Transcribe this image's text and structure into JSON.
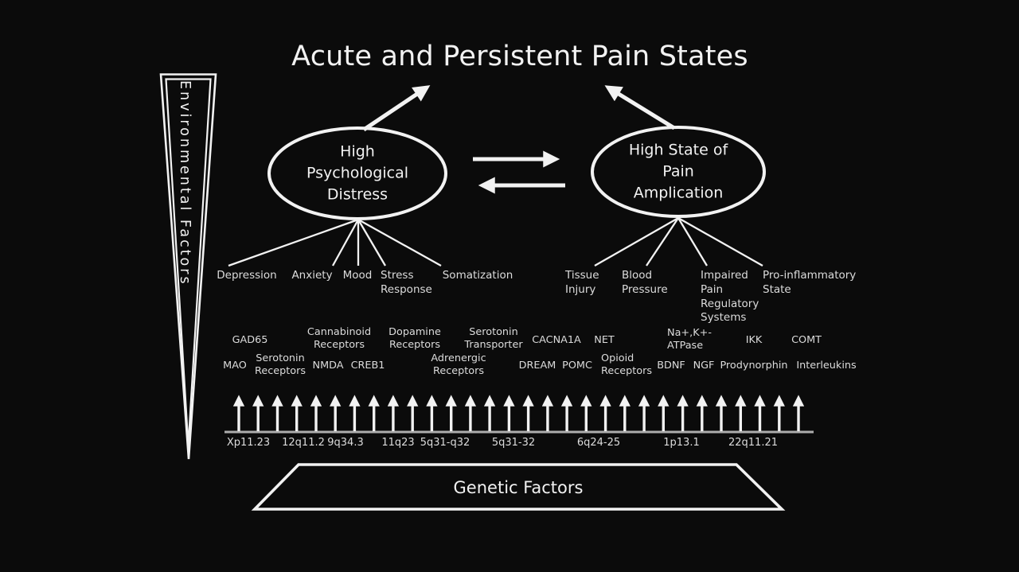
{
  "title": "Acute and Persistent Pain States",
  "environmental_funnel_label": "Environmental Factors",
  "nodes": {
    "left": "High\nPsychological\nDistress",
    "right": "High State of\nPain\nAmplication"
  },
  "left_factors": [
    "Depression",
    "Anxiety",
    "Mood",
    "Stress\nResponse",
    "Somatization"
  ],
  "right_factors": [
    "Tissue\nInjury",
    "Blood\nPressure",
    "Impaired\nPain\nRegulatory\nSystems",
    "Pro-inflammatory\nState"
  ],
  "genes_row1": [
    "GAD65",
    "Cannabinoid\nReceptors",
    "Dopamine\nReceptors",
    "Serotonin\nTransporter",
    "CACNA1A",
    "NET",
    "Na+,K+-\nATPase",
    "IKK",
    "COMT"
  ],
  "genes_row2": [
    "MAO",
    "Serotonin\nReceptors",
    "NMDA",
    "CREB1",
    "Adrenergic\nReceptors",
    "DREAM",
    "POMC",
    "Opioid\nReceptors",
    "BDNF",
    "NGF",
    "Prodynorphin",
    "Interleukins"
  ],
  "chromosome_loci": [
    "Xp11.23",
    "12q11.2",
    "9q34.3",
    "11q23",
    "5q31-q32",
    "5q31-32",
    "6q24-25",
    "1p13.1",
    "22q11.21"
  ],
  "genetic_band_label": "Genetic Factors",
  "upward_arrow_count": 30,
  "colors": {
    "background": "#0b0b0b",
    "stroke": "#f2f2f2",
    "text": "#f2f2f2",
    "muted_text": "#dcdcdc",
    "axis": "#adadad"
  }
}
